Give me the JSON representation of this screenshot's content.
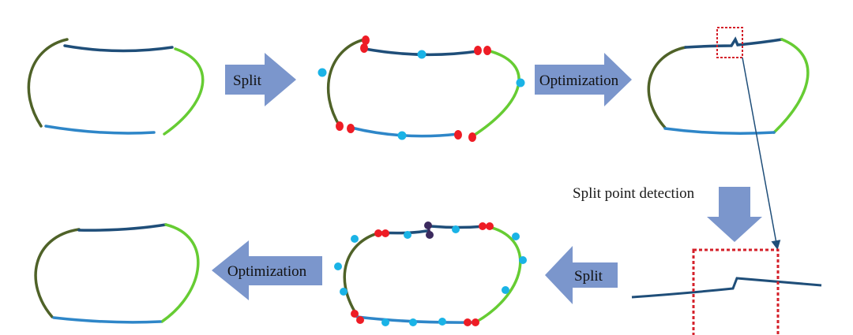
{
  "labels": {
    "split_top": "Split",
    "optimization_top": "Optimization",
    "split_point_detection": "Split point detection",
    "split_bottom": "Split",
    "optimization_bottom": "Optimization"
  },
  "colors": {
    "olive": "#4f6228",
    "dark_blue": "#1f4e79",
    "light_blue": "#2e86c8",
    "green": "#66cc33",
    "arrow": "#7b96cc",
    "split_point": "#ee1c25",
    "mid_point": "#1ab3e6",
    "detected_point": "#3b2a5e",
    "detection_box": "#d4202a"
  }
}
